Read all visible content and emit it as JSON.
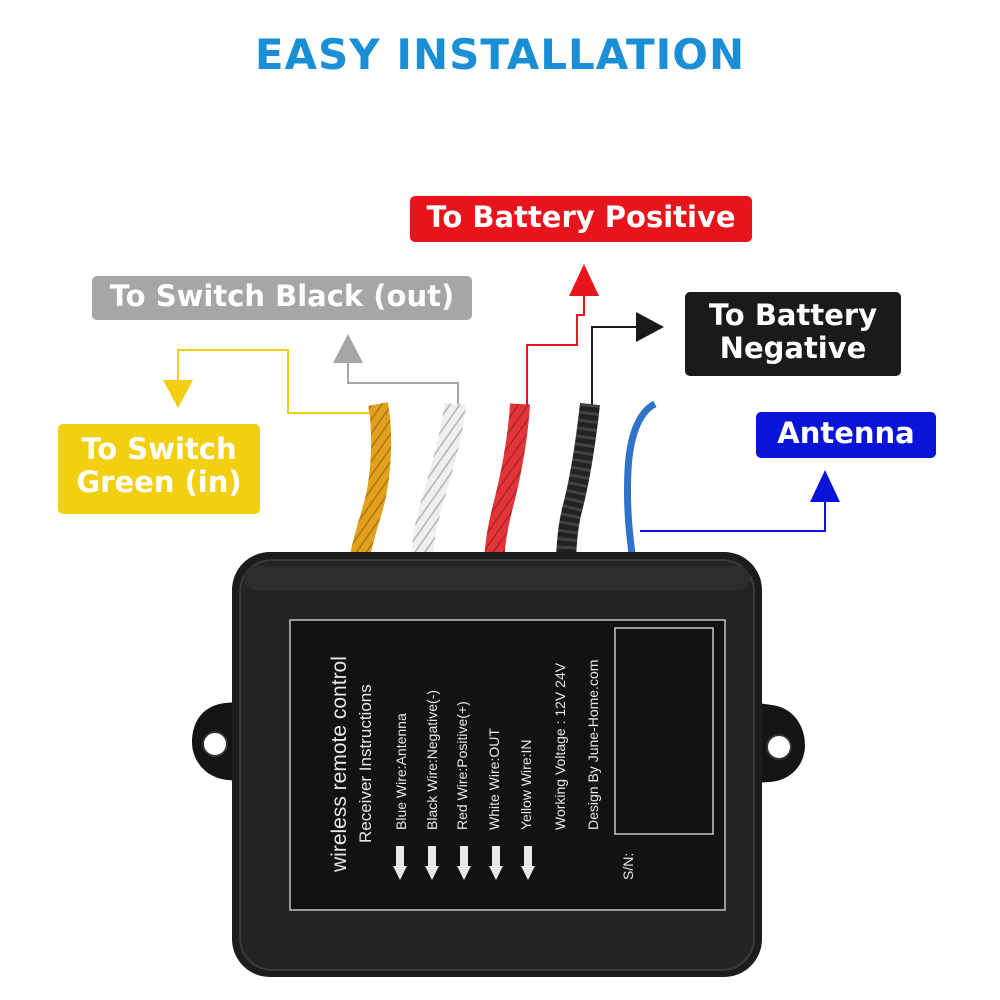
{
  "title": "EASY INSTALLATION",
  "colors": {
    "title": "#1a8fd6",
    "positive": "#e8141c",
    "switch_black": "#a6a6a6",
    "negative": "#1a1a1a",
    "switch_green": "#f2cf10",
    "antenna": "#0a14d8",
    "module_body": "#1c1c1e"
  },
  "labels": {
    "positive": "To Battery Positive",
    "switch_black": "To Switch Black (out)",
    "negative": "To Battery Negative",
    "switch_green": "To Switch Green (in)",
    "antenna": "Antenna"
  },
  "module": {
    "heading": "wireless remote control",
    "subheading": "Receiver Instructions",
    "lines": [
      "Blue Wire:Antenna",
      "Black Wire:Negative(-)",
      "Red Wire:Positive(+)",
      "White Wire:OUT",
      "Yellow Wire:IN",
      "Working Voltage : 12V 24V",
      "Design By June-Home.com"
    ],
    "serial_label": "S/N:"
  }
}
